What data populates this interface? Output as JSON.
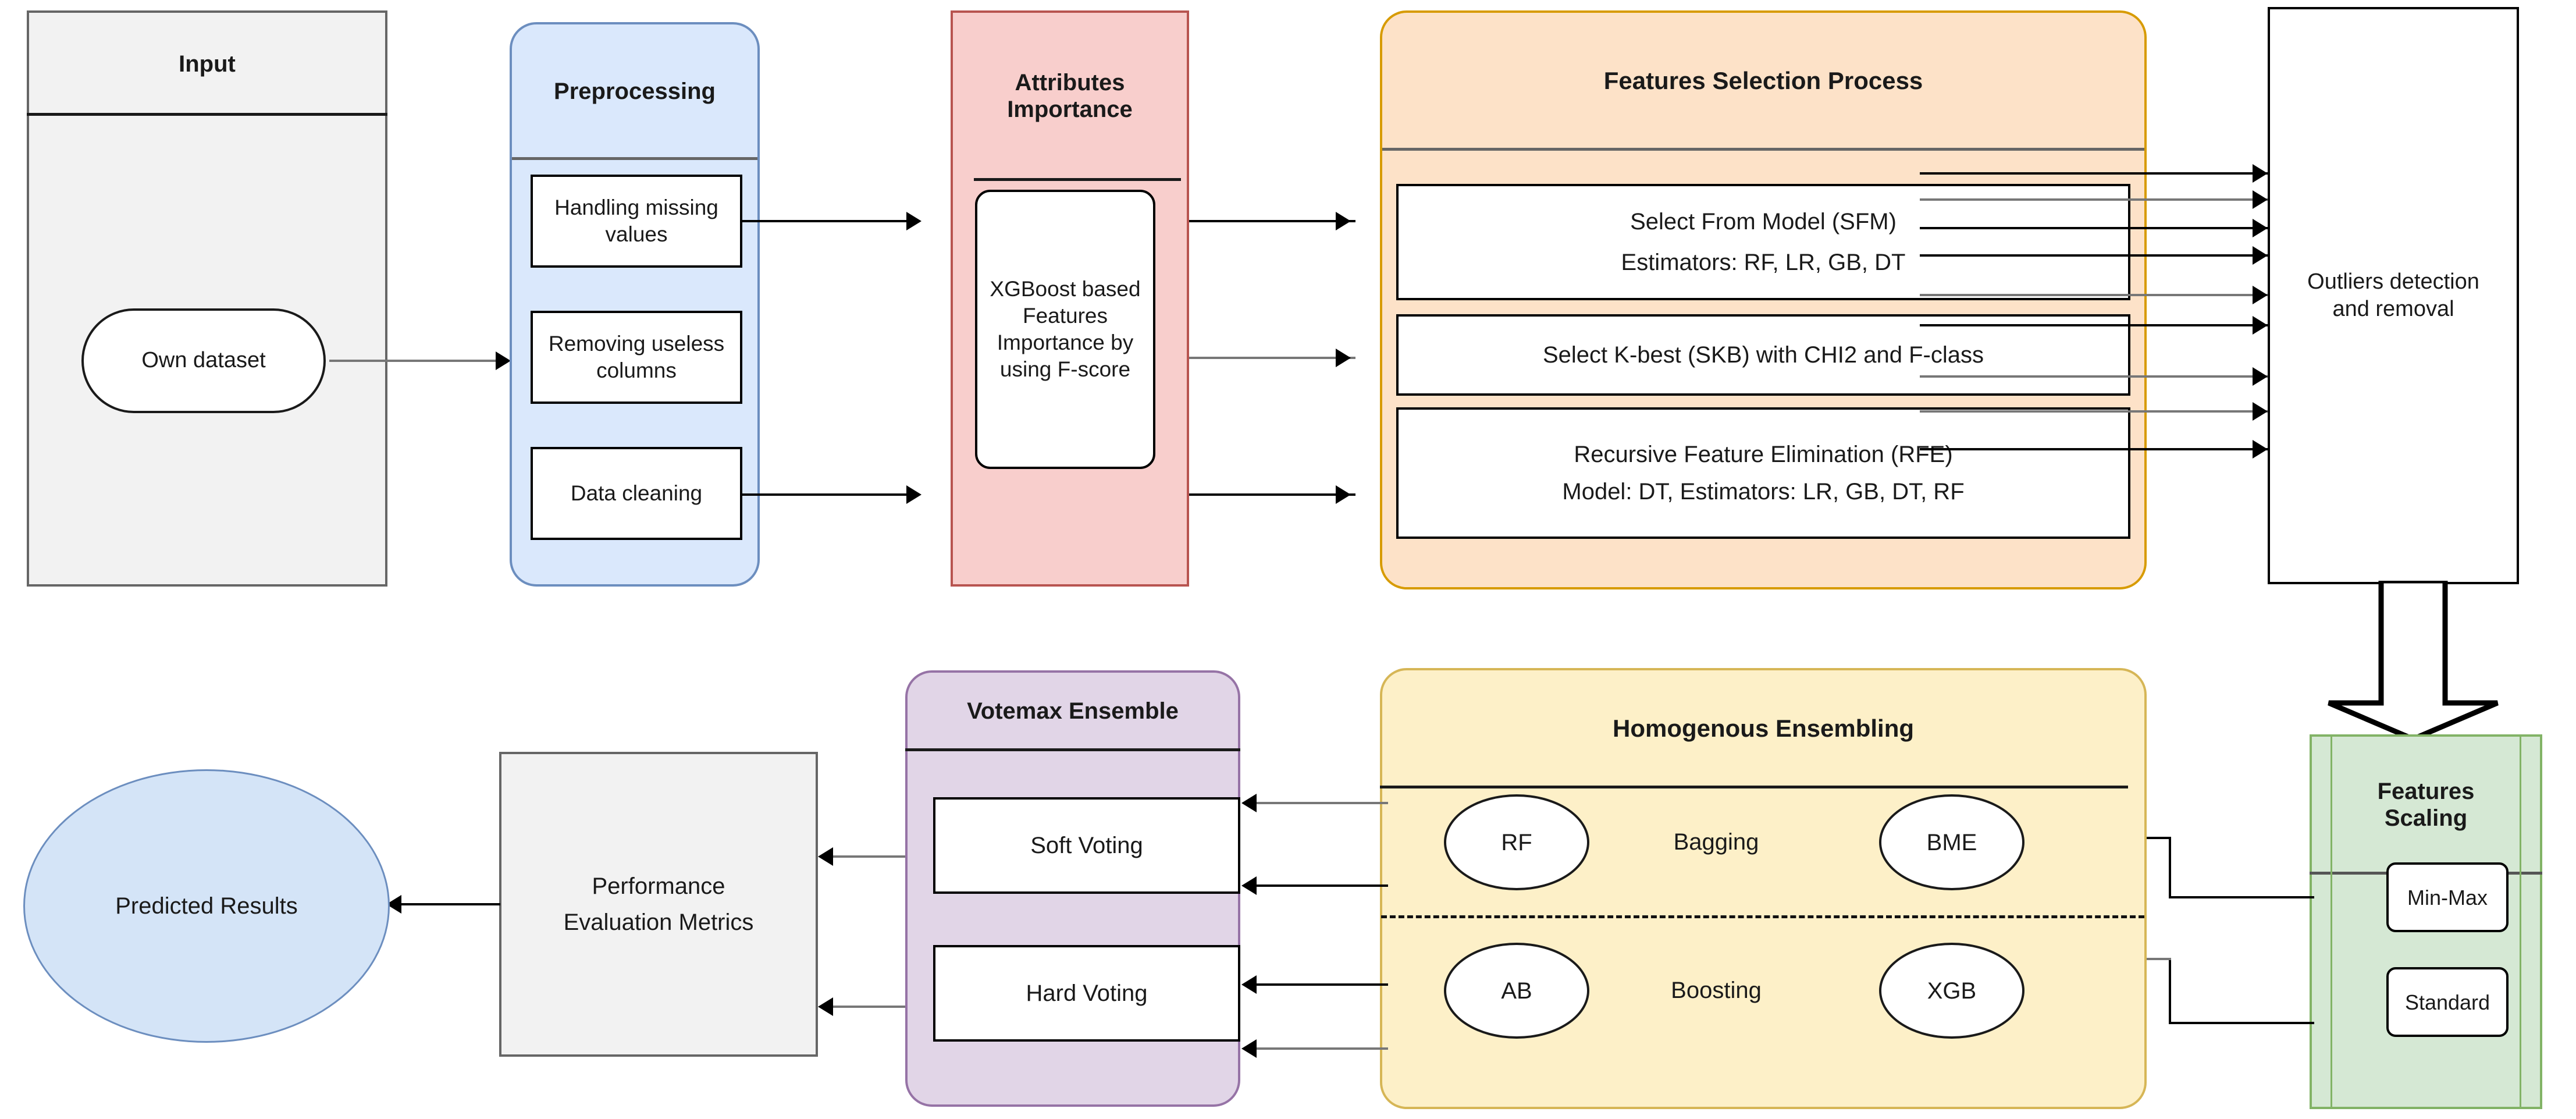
{
  "diagram": {
    "title": "Machine learning pipeline flowchart",
    "colors": {
      "input_fill": "#f2f2f2",
      "input_border": "#666666",
      "preprocessing_fill": "#dae8fc",
      "preprocessing_border": "#6c8ebf",
      "attributes_fill": "#f8cecc",
      "attributes_border": "#b85450",
      "features_selection_fill": "#fde2c8",
      "features_selection_border": "#d79b00",
      "outliers_fill": "#ffffff",
      "outliers_border": "#000000",
      "features_scaling_fill": "#d5e8d4",
      "features_scaling_border": "#82b366",
      "homogenous_fill": "#fdf0c8",
      "homogenous_border": "#d6b656",
      "votemax_fill": "#e1d5e7",
      "votemax_border": "#9673a6",
      "metrics_fill": "#f2f2f2",
      "metrics_border": "#666666",
      "predicted_fill": "#d4e4f7",
      "predicted_border": "#6c8ebf",
      "arrow": "#000000",
      "arrow_grey": "#777777"
    },
    "input": {
      "title": "Input",
      "node": "Own dataset"
    },
    "preprocessing": {
      "title": "Preprocessing",
      "steps": [
        "Handling missing values",
        "Removing useless columns",
        "Data cleaning"
      ]
    },
    "attributes_importance": {
      "title_line1": "Attributes",
      "title_line2": "Importance",
      "node": "XGBoost based Features Importance by using F-score"
    },
    "features_selection": {
      "title": "Features Selection Process",
      "methods": [
        {
          "line1": "Select From Model (SFM)",
          "line2": "Estimators: RF,  LR,  GB, DT"
        },
        {
          "line1": "Select K-best (SKB) with CHI2 and F-class",
          "line2": ""
        },
        {
          "line1": "Recursive Feature Elimination (RFE)",
          "line2": "Model: DT,  Estimators: LR, GB, DT, RF"
        }
      ]
    },
    "outliers": {
      "label": "Outliers detection and removal",
      "incoming_arrow_count": 9
    },
    "features_scaling": {
      "title_line1": "Features",
      "title_line2": "Scaling",
      "scalers": [
        "Min-Max",
        "Standard"
      ]
    },
    "homogenous_ensembling": {
      "title": "Homogenous Ensembling",
      "groups": [
        {
          "name": "Bagging",
          "models": [
            "RF",
            "BME"
          ]
        },
        {
          "name": "Boosting",
          "models": [
            "AB",
            "XGB"
          ]
        }
      ]
    },
    "votemax_ensemble": {
      "title": "Votemax Ensemble",
      "voting": [
        "Soft Voting",
        "Hard Voting"
      ]
    },
    "performance": {
      "line1": "Performance",
      "line2": "Evaluation Metrics"
    },
    "predicted_results": {
      "label": "Predicted Results"
    }
  }
}
